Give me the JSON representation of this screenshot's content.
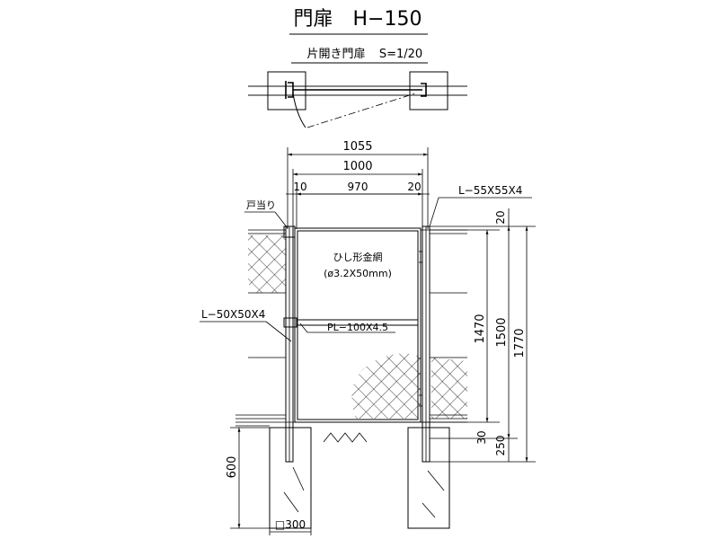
{
  "title": "門扉　H−150",
  "subtitle": "片開き門扉",
  "scale": "S=1/20",
  "dims": {
    "w_total": "1055",
    "w_frame": "1000",
    "w_left": "10",
    "w_inner": "970",
    "w_right": "20",
    "h_top_gap": "20",
    "h_gate": "1470",
    "h_post": "1500",
    "h_total": "1770",
    "h_bottom_gap": "30",
    "h_embed": "250",
    "h_footing": "600",
    "footing_size": "□300"
  },
  "labels": {
    "door_stop": "戸当り",
    "angle_right": "L−55X55X4",
    "angle_left": "L−50X50X4",
    "mesh_1": "ひし形金網",
    "mesh_2": "(ø3.2X50mm)",
    "plate": "PL−100X4.5"
  }
}
